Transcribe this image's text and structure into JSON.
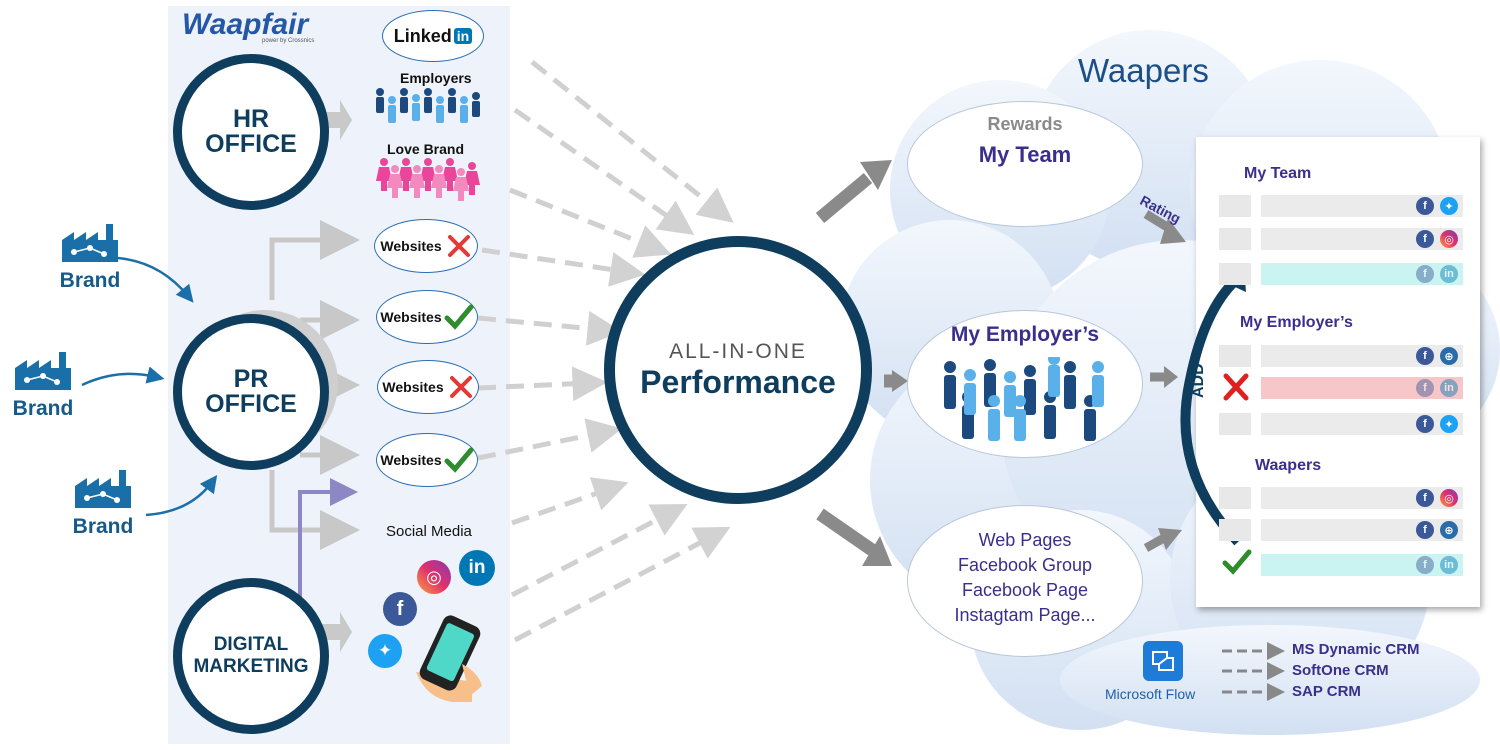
{
  "logo": {
    "name": "Waapfair",
    "tagline": "power by Crossnics"
  },
  "offices": {
    "hr": [
      "HR",
      "OFFICE"
    ],
    "pr": [
      "PR",
      "OFFICE"
    ],
    "digital": [
      "DIGITAL",
      "MARKETING"
    ]
  },
  "brands": [
    "Brand",
    "Brand",
    "Brand"
  ],
  "sources": {
    "linkedin": "Linked",
    "linkedin_in": "in",
    "employers": "Employers",
    "love_brand": "Love Brand",
    "websites": [
      "Websites",
      "Websites",
      "Websites",
      "Websites"
    ],
    "social_media": "Social Media"
  },
  "center": {
    "line1": "ALL-IN-ONE",
    "line2": "Performance"
  },
  "cloud": {
    "title": "Waapers",
    "rewards": {
      "label": "Rewards",
      "title": "My Team"
    },
    "employers": {
      "title": "My Employer’s"
    },
    "pages": [
      "Web Pages",
      "Facebook Group",
      "Facebook Page",
      "Instagtam Page..."
    ],
    "rating": "Rating"
  },
  "list": {
    "add_label": "ADD",
    "sections": [
      {
        "title": "My Team"
      },
      {
        "title": "My Employer’s"
      },
      {
        "title": "Waapers"
      }
    ]
  },
  "flow": {
    "label": "Microsoft Flow",
    "crms": [
      "MS Dynamic CRM",
      "SoftOne CRM",
      "SAP CRM"
    ]
  },
  "colors": {
    "navy": "#0e3d5e",
    "purple": "#3a2f8c",
    "teal_row": "#c9f4f1",
    "red_row": "#f6c6c8"
  }
}
